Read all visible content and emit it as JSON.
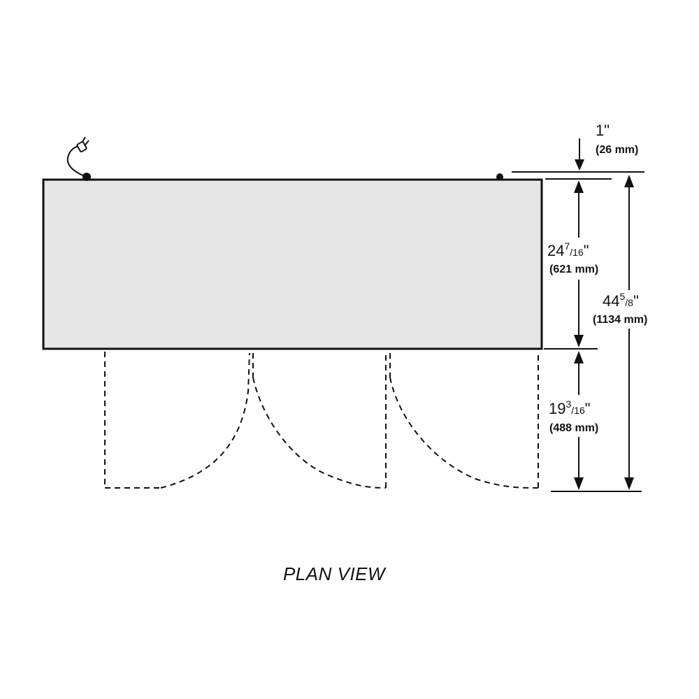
{
  "title": "PLAN VIEW",
  "colors": {
    "line": "#111111",
    "cabinet_fill": "#e6e6e6",
    "background": "#ffffff"
  },
  "dimensions": {
    "top_gap": {
      "main": "1\"",
      "sub": "(26 mm)"
    },
    "depth": {
      "whole": "24",
      "num": "7",
      "den": "16",
      "inch": "\"",
      "sub": "(621 mm)"
    },
    "overall": {
      "whole": "44",
      "num": "5",
      "den": "8",
      "inch": "\"",
      "sub": "(1134 mm)"
    },
    "door_swing": {
      "whole": "19",
      "num": "3",
      "den": "16",
      "inch": "\"",
      "sub": "(488 mm)"
    }
  },
  "icons": {
    "power_cord": "power-plug-icon"
  }
}
